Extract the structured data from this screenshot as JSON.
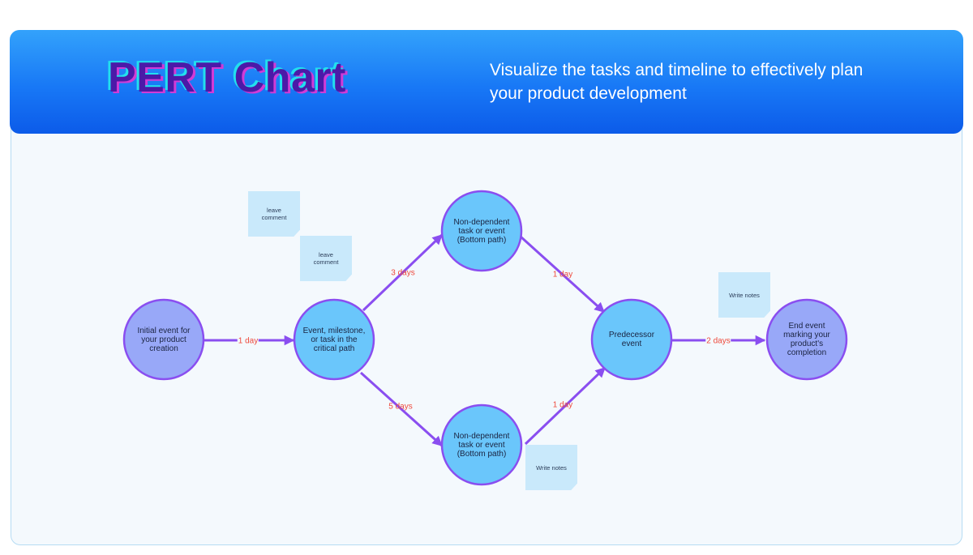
{
  "header": {
    "title": "PERT Chart",
    "subtitle": "Visualize the tasks and timeline to effectively plan your product development"
  },
  "colors": {
    "header_top": "#33a2fb",
    "header_bottom": "#0c5be9",
    "node_fill_main": "#6ac6fb",
    "node_fill_end": "#98a8f8",
    "node_stroke": "#8a4ef0",
    "edge_color": "#8a4ef0",
    "edge_label_color": "#ee4a3c",
    "note_fill": "#c9e9fb"
  },
  "diagram": {
    "nodes": {
      "initial": "Initial event for your product creation",
      "critical": "Event, milestone, or task in the critical path",
      "top": "Non-dependent task or event (Bottom path)",
      "bottom": "Non-dependent task or event (Bottom path)",
      "predecessor": "Predecessor event",
      "end": "End event marking your product's completion"
    },
    "edges": {
      "initial_to_critical": "1 day",
      "critical_to_top": "3 days",
      "critical_to_bottom": "5 days",
      "top_to_predecessor": "1 day",
      "bottom_to_predecessor": "1 day",
      "predecessor_to_end": "2 days"
    },
    "notes": {
      "note_1": "leave comment",
      "note_2": "leave comment",
      "note_3": "Write notes",
      "note_4": "Write notes"
    }
  }
}
